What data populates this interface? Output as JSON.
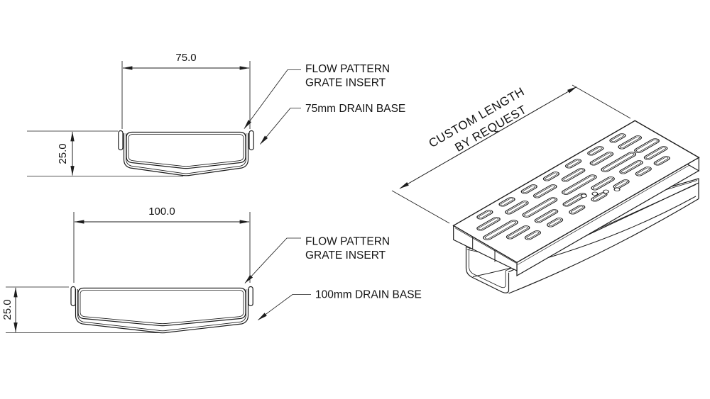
{
  "drawing": {
    "section_75": {
      "width_dim": "75.0",
      "height_dim": "25.0",
      "callout_flow_line1": "FLOW PATTERN",
      "callout_flow_line2": "GRATE INSERT",
      "callout_base": "75mm DRAIN BASE"
    },
    "section_100": {
      "width_dim": "100.0",
      "height_dim": "25.0",
      "callout_flow_line1": "FLOW PATTERN",
      "callout_flow_line2": "GRATE INSERT",
      "callout_base": "100mm DRAIN BASE"
    },
    "isometric": {
      "length_note_line1": "CUSTOM LENGTH",
      "length_note_line2": "BY REQUEST"
    }
  },
  "colors": {
    "line": "#1c1c1c",
    "background": "#ffffff"
  }
}
